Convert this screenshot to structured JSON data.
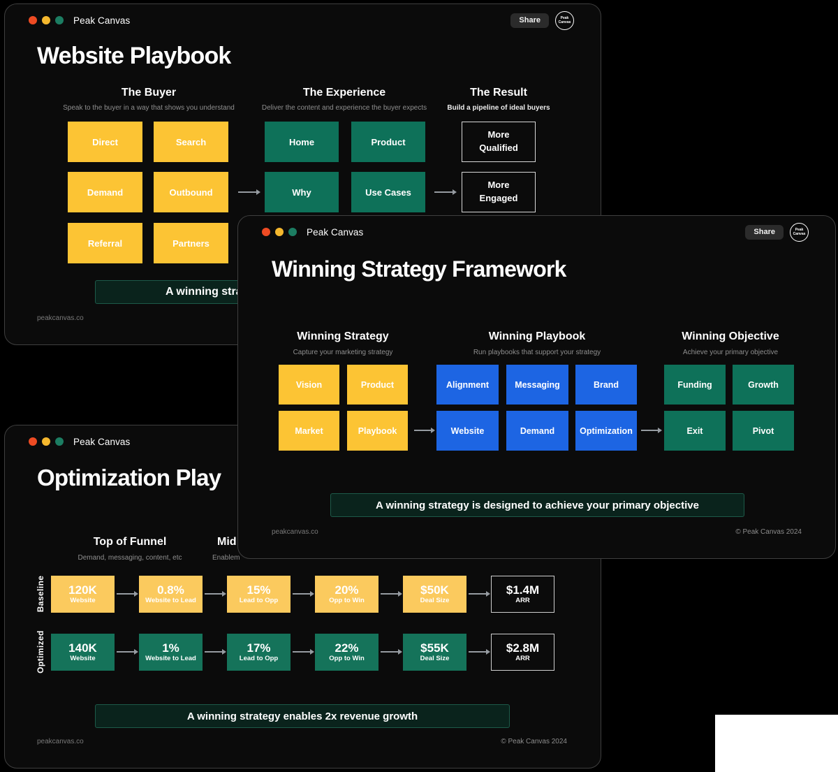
{
  "colors": {
    "yellow": "#fcc434",
    "funnel_yellow": "#fbca5e",
    "green": "#0e7159",
    "funnel_green": "#15735a",
    "blue": "#1d65e3",
    "banner_bg": "#0a231c",
    "banner_border": "#1d5a49",
    "window_bg": "#0b0b0b",
    "dot_red": "#ee4b23",
    "dot_yellow": "#f5b82e",
    "dot_green": "#1c7d62"
  },
  "chrome": {
    "app_name": "Peak Canvas",
    "share_label": "Share",
    "logo_line1": "Peak",
    "logo_line2": "Canvas"
  },
  "win_website": {
    "title": "Website Playbook",
    "columns": [
      {
        "title": "The Buyer",
        "subtitle": "Speak to the buyer in a way that shows you understand"
      },
      {
        "title": "The Experience",
        "subtitle": "Deliver the content and experience the buyer expects"
      },
      {
        "title": "The Result",
        "subtitle": "Build a pipeline of ideal buyers"
      }
    ],
    "buyer_boxes": [
      "Direct",
      "Search",
      "Demand",
      "Outbound",
      "Referral",
      "Partners"
    ],
    "experience_boxes": [
      "Home",
      "Product",
      "Why",
      "Use Cases"
    ],
    "result_boxes": [
      "More\nQualified",
      "More\nEngaged"
    ],
    "banner_visible_text": "A winning strat",
    "footer_left": "peakcanvas.co"
  },
  "win_framework": {
    "title": "Winning Strategy Framework",
    "columns": [
      {
        "title": "Winning Strategy",
        "subtitle": "Capture your marketing strategy"
      },
      {
        "title": "Winning Playbook",
        "subtitle": "Run playbooks that support your strategy"
      },
      {
        "title": "Winning Objective",
        "subtitle": "Achieve your primary objective"
      }
    ],
    "strategy_boxes": [
      "Vision",
      "Product",
      "Market",
      "Playbook"
    ],
    "playbook_boxes": [
      "Alignment",
      "Messaging",
      "Brand",
      "Website",
      "Demand",
      "Optimization"
    ],
    "objective_boxes": [
      "Funding",
      "Growth",
      "Exit",
      "Pivot"
    ],
    "banner_text": "A winning strategy is designed to achieve your primary objective",
    "footer_left": "peakcanvas.co",
    "footer_right": "© Peak Canvas 2024"
  },
  "win_optimization": {
    "title": "Optimization Play",
    "columns": [
      {
        "title": "Top of Funnel",
        "subtitle": "Demand, messaging, content, etc"
      },
      {
        "title": "Mid",
        "subtitle": "Enablem"
      }
    ],
    "rows": [
      {
        "label": "Baseline",
        "cells": [
          {
            "value": "120K",
            "caption": "Website"
          },
          {
            "value": "0.8%",
            "caption": "Website to Lead"
          },
          {
            "value": "15%",
            "caption": "Lead to Opp"
          },
          {
            "value": "20%",
            "caption": "Opp to Win"
          },
          {
            "value": "$50K",
            "caption": "Deal Size"
          }
        ],
        "result": {
          "value": "$1.4M",
          "caption": "ARR"
        }
      },
      {
        "label": "Optimized",
        "cells": [
          {
            "value": "140K",
            "caption": "Website"
          },
          {
            "value": "1%",
            "caption": "Website to Lead"
          },
          {
            "value": "17%",
            "caption": "Lead to Opp"
          },
          {
            "value": "22%",
            "caption": "Opp to Win"
          },
          {
            "value": "$55K",
            "caption": "Deal Size"
          }
        ],
        "result": {
          "value": "$2.8M",
          "caption": "ARR"
        }
      }
    ],
    "banner_text": "A winning strategy enables 2x revenue growth",
    "footer_left": "peakcanvas.co",
    "footer_right": "© Peak Canvas 2024"
  }
}
